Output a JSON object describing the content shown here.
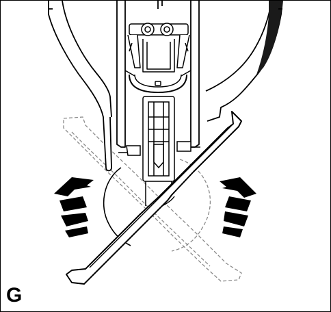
{
  "figure": {
    "label": "G",
    "stroke_color": "#000000",
    "dashed_color": "#8a8a8a",
    "background_color": "#ffffff"
  },
  "parts": {
    "tool_housing": "jigsaw-housing",
    "blade_clamp": "blade-clamp-screws",
    "blade": "saw-blade",
    "base_plate_solid": "base-plate-tilted-left",
    "base_plate_dashed": "base-plate-tilted-right-ghost",
    "arrows": [
      "rotate-left-arrow-icon",
      "rotate-right-arrow-icon"
    ]
  }
}
